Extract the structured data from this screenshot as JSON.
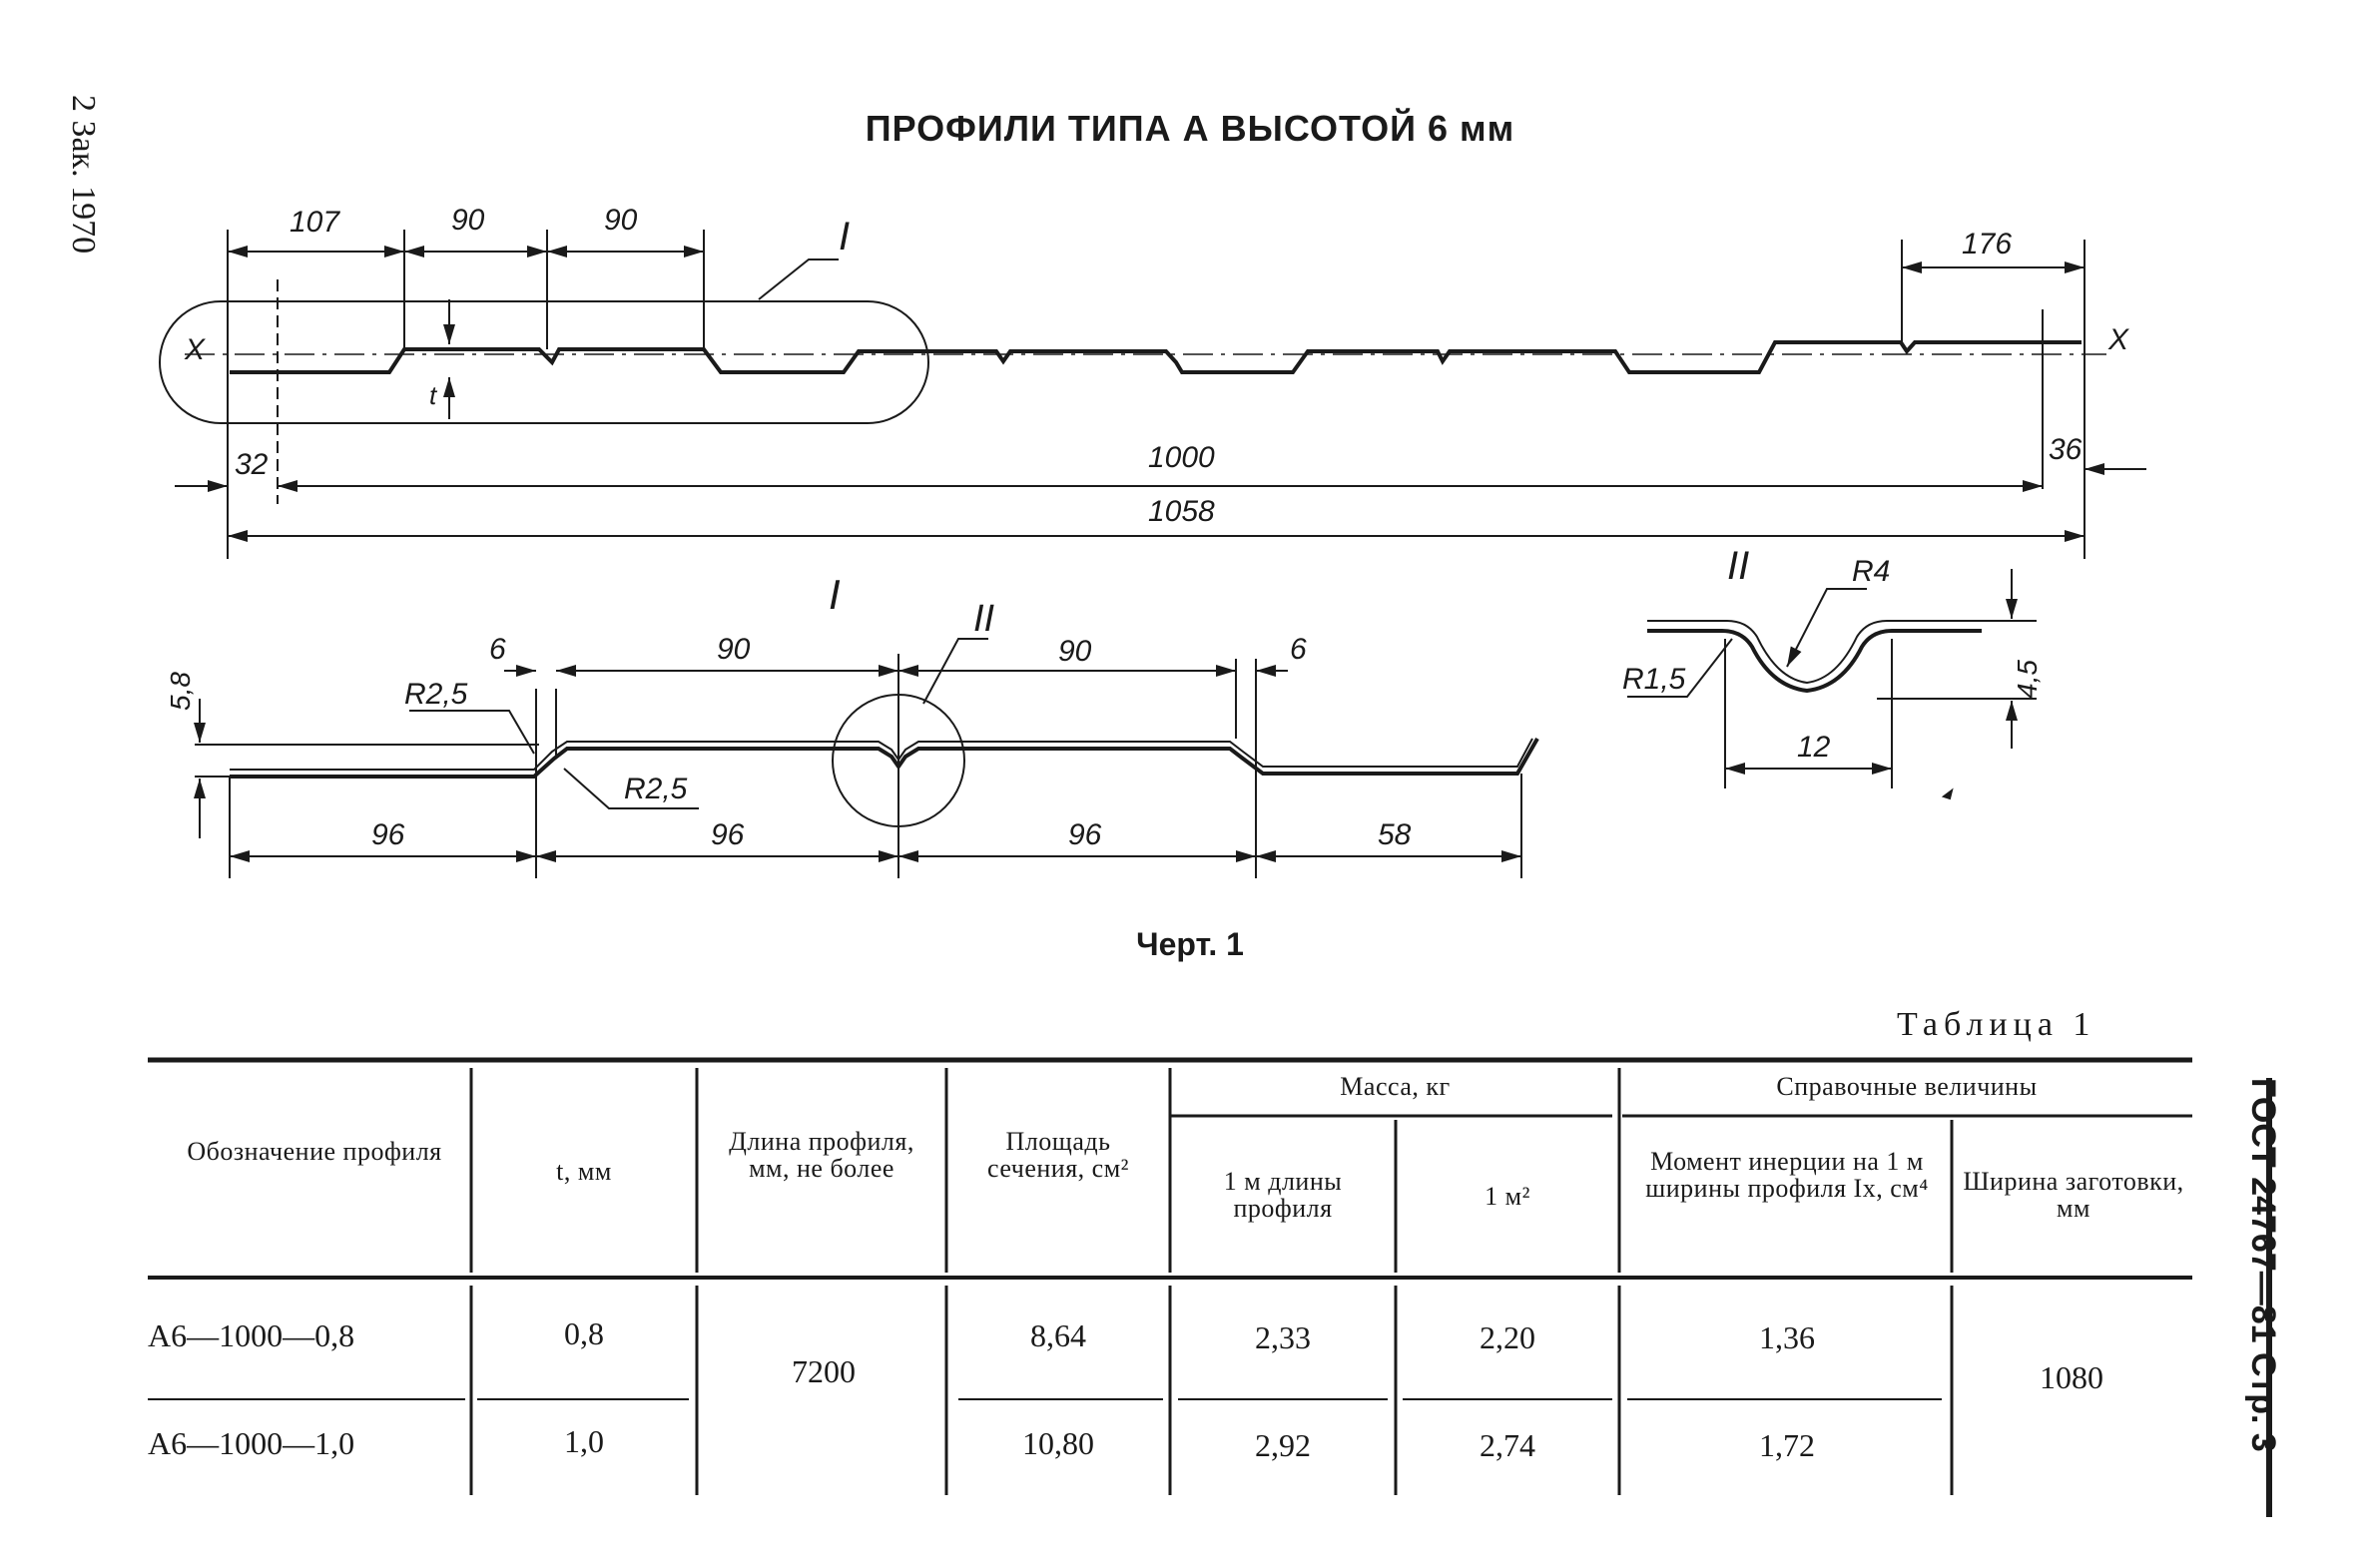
{
  "page": {
    "title": "ПРОФИЛИ ТИПА А ВЫСОТОЙ 6 мм",
    "side_left": "2 Зак. 1970",
    "side_right": "ГОСТ 24767—81 Стр. 3",
    "figure_caption": "Черт. 1",
    "table_caption": "Таблица 1"
  },
  "drawing": {
    "top": {
      "dim_107": "107",
      "dim_90a": "90",
      "dim_90b": "90",
      "dim_176": "176",
      "label_detail": "I",
      "axis_x_left": "X",
      "axis_x_right": "X",
      "dim_t": "t",
      "dim_32": "32",
      "dim_1000": "1000",
      "dim_36": "36",
      "dim_1058": "1058"
    },
    "detail1": {
      "label": "I",
      "label2": "II",
      "dim_5_8": "5,8",
      "r25_top": "R2,5",
      "dim_6_left": "6",
      "dim_90_left": "90",
      "dim_90_right": "90",
      "dim_6_right": "6",
      "r25_bottom": "R2,5",
      "dim_96a": "96",
      "dim_96b": "96",
      "dim_96c": "96",
      "dim_58": "58"
    },
    "detail2": {
      "label": "II",
      "r4": "R4",
      "r15": "R1,5",
      "dim_4_5": "4,5",
      "dim_12": "12"
    }
  },
  "table": {
    "headers": {
      "designation": "Обозначение профиля",
      "thickness": "t, мм",
      "length": "Длина профиля, мм, не более",
      "area": "Площадь сечения, см²",
      "mass": "Масса, кг",
      "mass_per_m": "1 м длины профиля",
      "mass_per_m2": "1 м²",
      "reference": "Справочные величины",
      "inertia": "Момент инерции на 1 м ширины профиля Ix, см⁴",
      "blank_width": "Ширина заготовки, мм"
    },
    "rows": [
      {
        "designation": "А6—1000—0,8",
        "thickness": "0,8",
        "area": "8,64",
        "mass_per_m": "2,33",
        "mass_per_m2": "2,20",
        "inertia": "1,36"
      },
      {
        "designation": "А6—1000—1,0",
        "thickness": "1,0",
        "area": "10,80",
        "mass_per_m": "2,92",
        "mass_per_m2": "2,74",
        "inertia": "1,72"
      }
    ],
    "shared": {
      "length": "7200",
      "blank_width": "1080"
    }
  }
}
